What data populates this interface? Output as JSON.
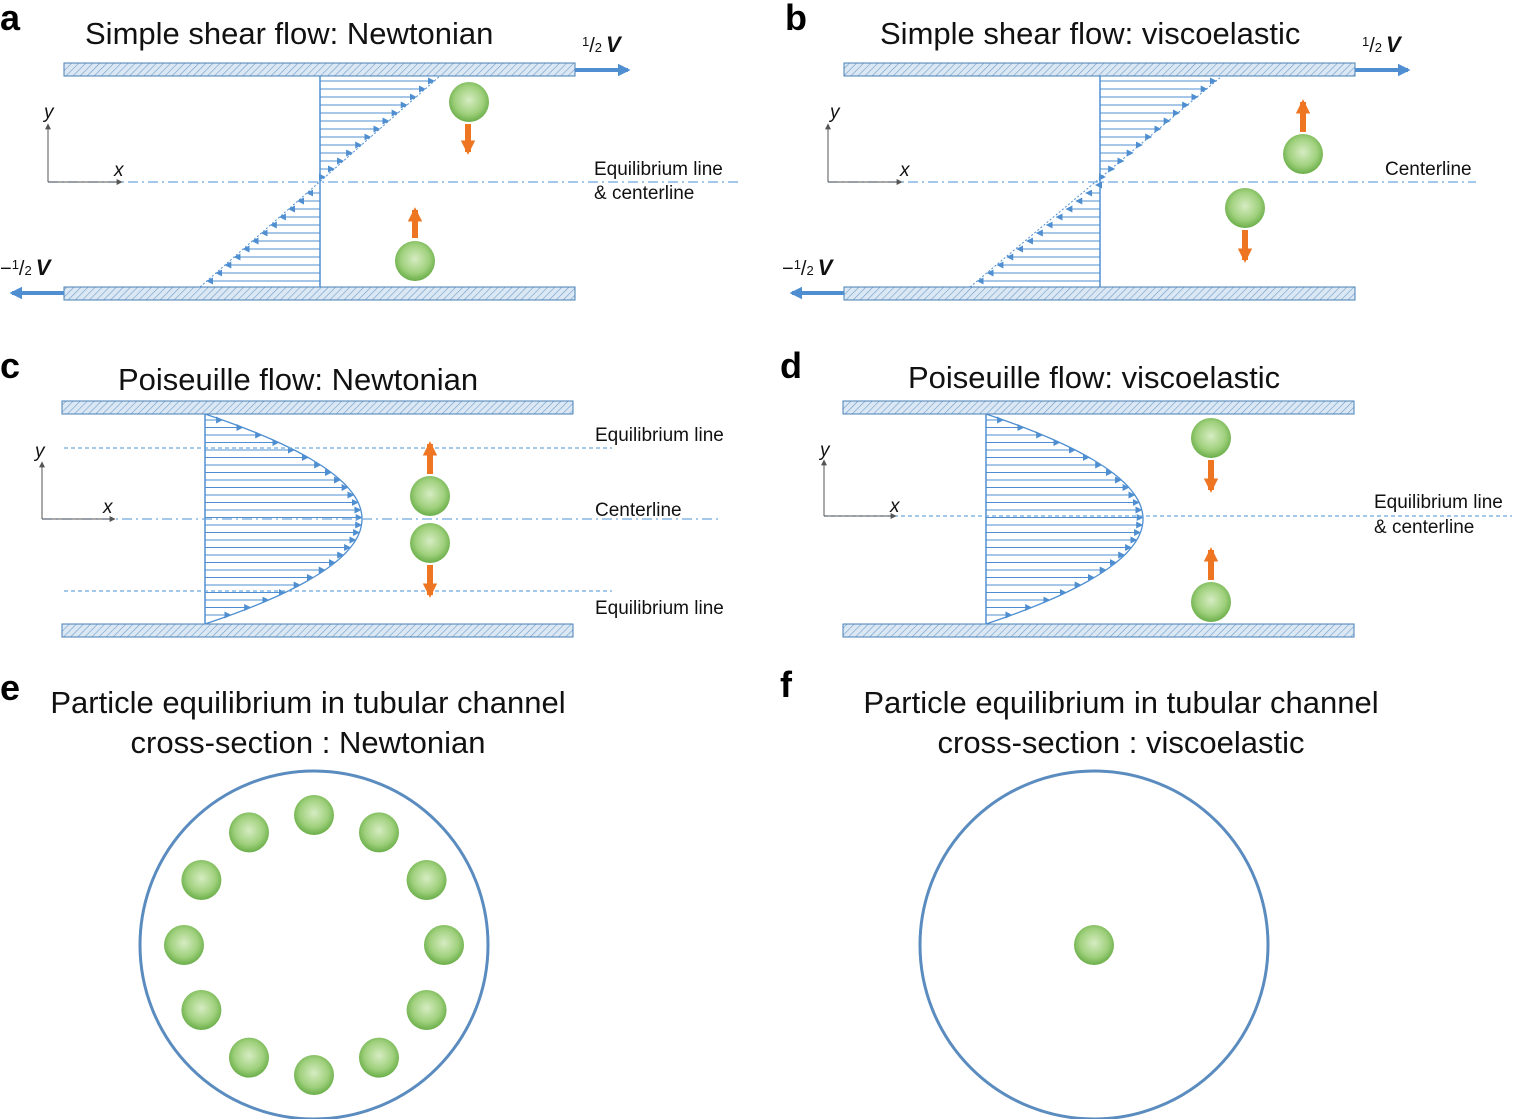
{
  "colors": {
    "plate_fill": "#cfe0ef",
    "plate_stroke": "#4a7fb5",
    "flow": "#4f8fd1",
    "centerline": "#6ea8dc",
    "particle_center": "#cde6b6",
    "particle_edge": "#6aae49",
    "force_arrow": "#ee7623",
    "velocity_arrow": "#4f8fd1",
    "tube": "#5b8cbf"
  },
  "panels": {
    "a": {
      "letter": "a",
      "title": "Simple shear flow: Newtonian",
      "top_velocity": {
        "num": "1",
        "den": "2",
        "sym": "V"
      },
      "bottom_velocity": {
        "sign": "−",
        "num": "1",
        "den": "2",
        "sym": "V"
      },
      "axis_x": "x",
      "axis_y": "y",
      "line_label_1": "Equilibrium line",
      "line_label_2": "& centerline"
    },
    "b": {
      "letter": "b",
      "title": "Simple shear flow: viscoelastic",
      "top_velocity": {
        "num": "1",
        "den": "2",
        "sym": "V"
      },
      "bottom_velocity": {
        "sign": "−",
        "num": "1",
        "den": "2",
        "sym": "V"
      },
      "axis_x": "x",
      "axis_y": "y",
      "line_label": "Centerline"
    },
    "c": {
      "letter": "c",
      "title": "Poiseuille flow: Newtonian",
      "axis_x": "x",
      "axis_y": "y",
      "top_line_label": "Equilibrium line",
      "center_line_label": "Centerline",
      "bottom_line_label": "Equilibrium line"
    },
    "d": {
      "letter": "d",
      "title": "Poiseuille flow: viscoelastic",
      "axis_x": "x",
      "axis_y": "y",
      "line_label_1": "Equilibrium line",
      "line_label_2": "& centerline"
    },
    "e": {
      "letter": "e",
      "title_line_1": "Particle equilibrium in tubular channel",
      "title_line_2": "cross-section : Newtonian",
      "particle_count": 12
    },
    "f": {
      "letter": "f",
      "title_line_1": "Particle equilibrium in tubular channel",
      "title_line_2": "cross-section : viscoelastic",
      "particle_count": 1
    }
  }
}
